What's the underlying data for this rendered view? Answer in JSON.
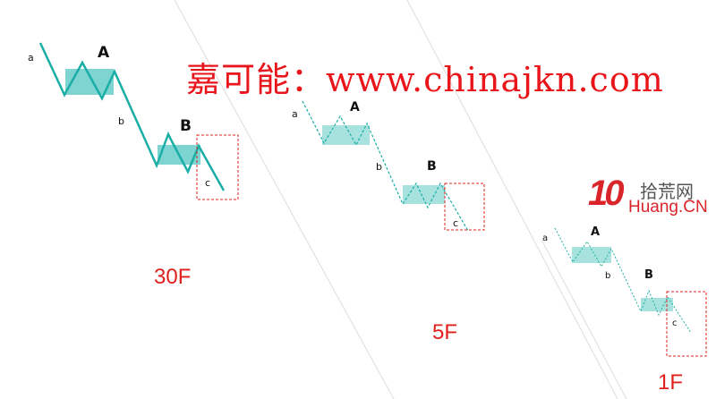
{
  "watermark": "嘉可能：www.chinajkn.com",
  "logo": {
    "number": "10",
    "chinese": "拾荒网",
    "english": "Huang.CN"
  },
  "colors": {
    "wave": "#1aaea6",
    "box": "#6fcfcb",
    "frame": "#e0201c"
  },
  "panels": [
    {
      "timeframe": "30F",
      "labels": {
        "a": "a",
        "A": "A",
        "b": "b",
        "B": "B",
        "c": "c"
      }
    },
    {
      "timeframe": "5F",
      "labels": {
        "a": "a",
        "A": "A",
        "b": "b",
        "B": "B",
        "c": "c"
      }
    },
    {
      "timeframe": "1F",
      "labels": {
        "a": "a",
        "A": "A",
        "b": "b",
        "B": "B",
        "c": "c"
      }
    }
  ]
}
